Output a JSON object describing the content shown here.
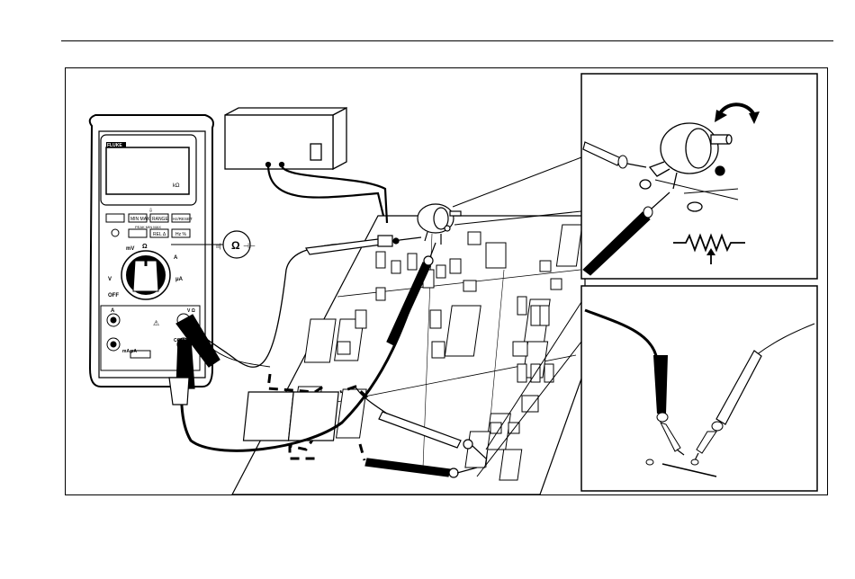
{
  "meter": {
    "brand": "FLUKE",
    "display_unit": "kΩ",
    "buttons_row1": [
      "",
      "MIN MAX",
      "RANGE",
      "Hz/RESET"
    ],
    "buttons_row2": [
      "",
      "",
      "REL Δ",
      "Hz %"
    ],
    "peak_label": "PEAK MIN MAX",
    "dial_labels": {
      "off": "OFF",
      "ohm": "Ω",
      "mv": "mV",
      "v": "V",
      "a": "A",
      "ua": "μA"
    },
    "jacks": {
      "a": "A",
      "ma_ua": "mA μA",
      "com": "COM",
      "v_ohm": "V Ω"
    }
  },
  "function_callout": "Ω",
  "colors": {
    "line": "#000000",
    "background": "#ffffff"
  },
  "icons": [
    "potentiometer-icon",
    "rotate-arrow-icon",
    "resistor-symbol-icon",
    "probe-tip-icon"
  ]
}
